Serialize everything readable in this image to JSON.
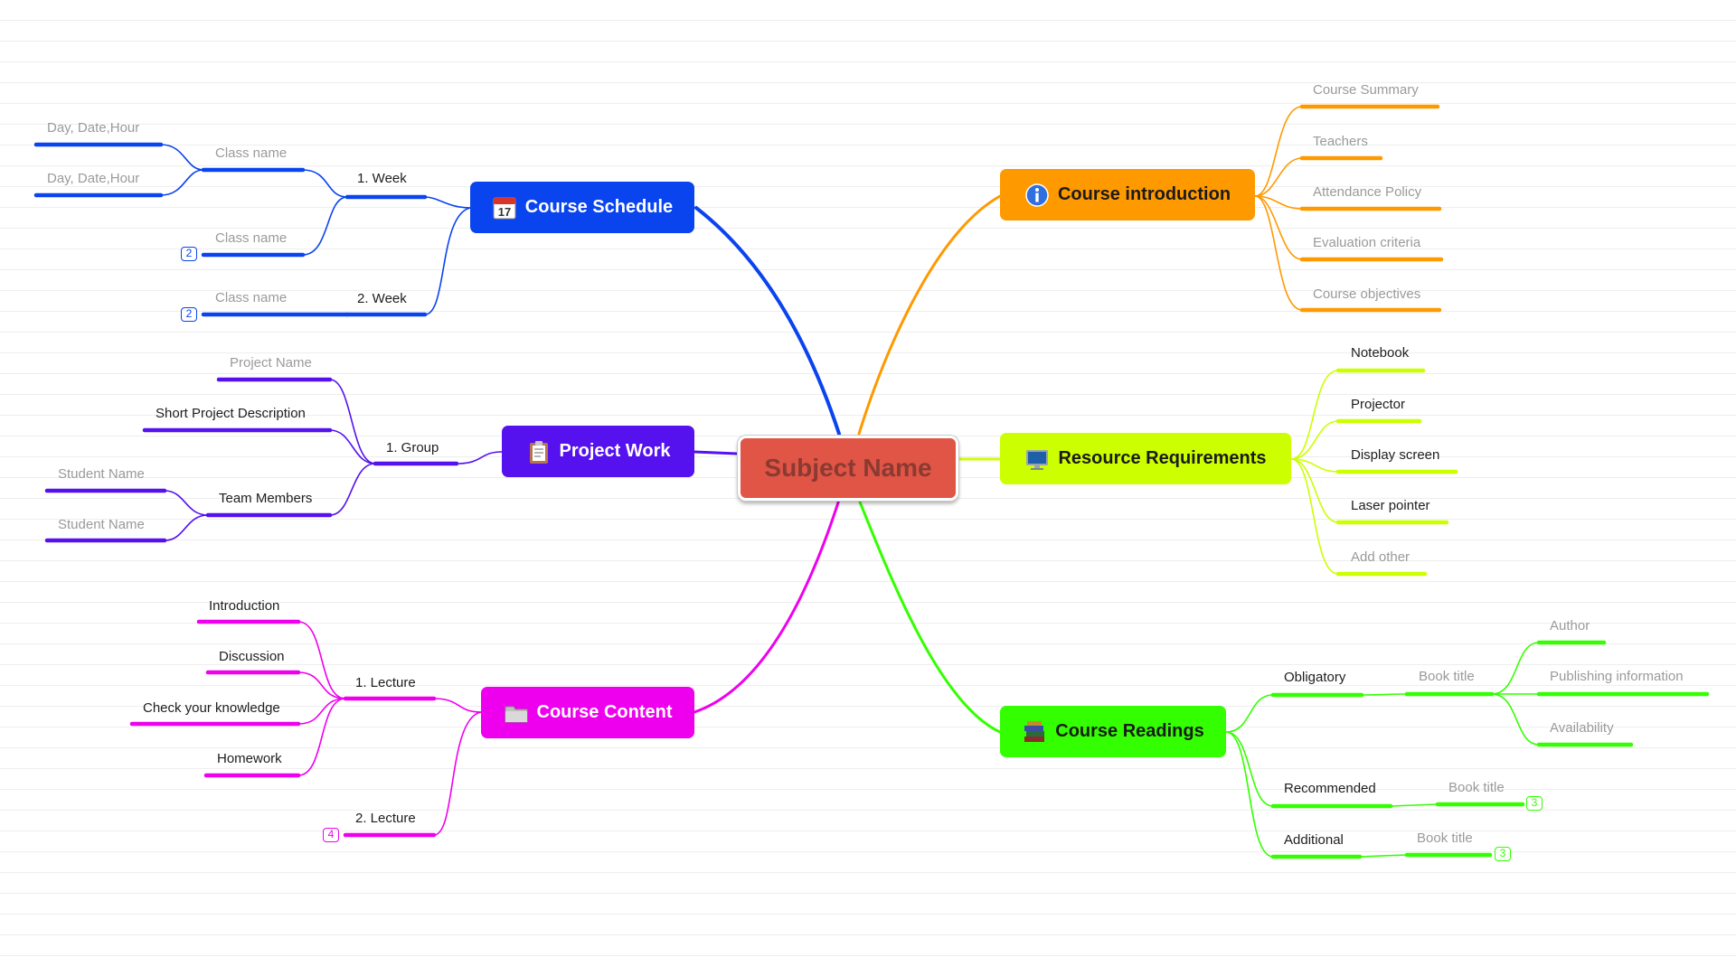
{
  "colors": {
    "schedule": "#0a44ee",
    "project": "#5511ee",
    "content": "#ee00ee",
    "intro": "#ff9900",
    "resources": "#ccff00",
    "readings": "#33ff00",
    "root": "#e05545"
  },
  "root": {
    "label": "Subject Name"
  },
  "schedule": {
    "title": "Course Schedule",
    "icon": "calendar-icon",
    "icon_text": "17",
    "week1": "1. Week",
    "week2": "2. Week",
    "class_name": "Class name",
    "day_date_hour": "Day, Date,Hour",
    "badge_count": "2"
  },
  "project": {
    "title": "Project Work",
    "icon": "clipboard-icon",
    "group": "1. Group",
    "project_name": "Project Name",
    "short_description": "Short Project Description",
    "team_members": "Team Members",
    "student_name": "Student Name"
  },
  "content": {
    "title": "Course Content",
    "icon": "folder-icon",
    "lecture1": "1. Lecture",
    "lecture2": "2. Lecture",
    "items": [
      "Introduction",
      "Discussion",
      "Check your knowledge",
      "Homework"
    ],
    "lecture2_badge": "4"
  },
  "intro": {
    "title": "Course introduction",
    "icon": "info-icon",
    "items": [
      "Course Summary",
      "Teachers",
      "Attendance Policy",
      "Evaluation criteria",
      "Course objectives"
    ]
  },
  "resources": {
    "title": "Resource Requirements",
    "icon": "monitor-icon",
    "items": [
      "Notebook",
      "Projector",
      "Display screen",
      "Laser pointer",
      "Add other"
    ]
  },
  "readings": {
    "title": "Course Readings",
    "icon": "books-icon",
    "obligatory": "Obligatory",
    "recommended": "Recommended",
    "additional": "Additional",
    "book_title": "Book title",
    "details": [
      "Author",
      "Publishing information",
      "Availability"
    ],
    "badge_count": "3"
  }
}
